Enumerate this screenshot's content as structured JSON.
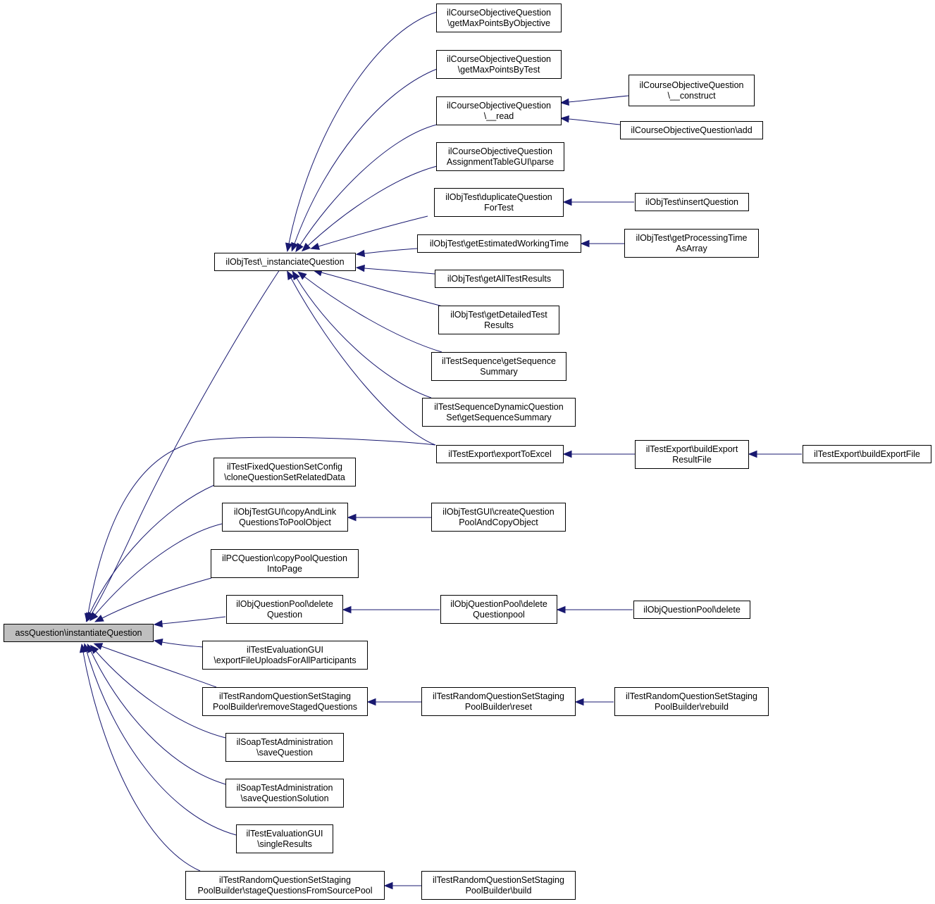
{
  "graph": {
    "root": "n0",
    "colors": {
      "edge": "#191970",
      "node_border": "#000000",
      "node_fill": "#ffffff",
      "root_fill": "#bfbfbf"
    },
    "nodes": [
      {
        "id": "n0",
        "lines": [
          "assQuestion\\instantiateQuestion"
        ]
      },
      {
        "id": "n1",
        "lines": [
          "ilObjTest\\_instanciateQuestion"
        ]
      },
      {
        "id": "n2",
        "lines": [
          "ilCourseObjectiveQuestion",
          "\\getMaxPointsByObjective"
        ]
      },
      {
        "id": "n3",
        "lines": [
          "ilCourseObjectiveQuestion",
          "\\getMaxPointsByTest"
        ]
      },
      {
        "id": "n4",
        "lines": [
          "ilCourseObjectiveQuestion",
          "\\__read"
        ]
      },
      {
        "id": "n5",
        "lines": [
          "ilCourseObjectiveQuestion",
          "\\__construct"
        ]
      },
      {
        "id": "n6",
        "lines": [
          "ilCourseObjectiveQuestion\\add"
        ]
      },
      {
        "id": "n7",
        "lines": [
          "ilCourseObjectiveQuestion",
          "AssignmentTableGUI\\parse"
        ]
      },
      {
        "id": "n8",
        "lines": [
          "ilObjTest\\duplicateQuestion",
          "ForTest"
        ]
      },
      {
        "id": "n9",
        "lines": [
          "ilObjTest\\insertQuestion"
        ]
      },
      {
        "id": "n10",
        "lines": [
          "ilObjTest\\getEstimatedWorkingTime"
        ]
      },
      {
        "id": "n11",
        "lines": [
          "ilObjTest\\getProcessingTime",
          "AsArray"
        ]
      },
      {
        "id": "n12",
        "lines": [
          "ilObjTest\\getAllTestResults"
        ]
      },
      {
        "id": "n13",
        "lines": [
          "ilObjTest\\getDetailedTest",
          "Results"
        ]
      },
      {
        "id": "n14",
        "lines": [
          "ilTestSequence\\getSequence",
          "Summary"
        ]
      },
      {
        "id": "n15",
        "lines": [
          "ilTestSequenceDynamicQuestion",
          "Set\\getSequenceSummary"
        ]
      },
      {
        "id": "n16",
        "lines": [
          "ilTestExport\\exportToExcel"
        ]
      },
      {
        "id": "n17",
        "lines": [
          "ilTestExport\\buildExport",
          "ResultFile"
        ]
      },
      {
        "id": "n18",
        "lines": [
          "ilTestExport\\buildExportFile"
        ]
      },
      {
        "id": "n19",
        "lines": [
          "ilTestFixedQuestionSetConfig",
          "\\cloneQuestionSetRelatedData"
        ]
      },
      {
        "id": "n20",
        "lines": [
          "ilObjTestGUI\\copyAndLink",
          "QuestionsToPoolObject"
        ]
      },
      {
        "id": "n21",
        "lines": [
          "ilObjTestGUI\\createQuestion",
          "PoolAndCopyObject"
        ]
      },
      {
        "id": "n22",
        "lines": [
          "ilPCQuestion\\copyPoolQuestion",
          "IntoPage"
        ]
      },
      {
        "id": "n23",
        "lines": [
          "ilObjQuestionPool\\delete",
          "Question"
        ]
      },
      {
        "id": "n24",
        "lines": [
          "ilObjQuestionPool\\delete",
          "Questionpool"
        ]
      },
      {
        "id": "n25",
        "lines": [
          "ilObjQuestionPool\\delete"
        ]
      },
      {
        "id": "n26",
        "lines": [
          "ilTestEvaluationGUI",
          "\\exportFileUploadsForAllParticipants"
        ]
      },
      {
        "id": "n27",
        "lines": [
          "ilTestRandomQuestionSetStaging",
          "PoolBuilder\\removeStagedQuestions"
        ]
      },
      {
        "id": "n28",
        "lines": [
          "ilTestRandomQuestionSetStaging",
          "PoolBuilder\\reset"
        ]
      },
      {
        "id": "n29",
        "lines": [
          "ilTestRandomQuestionSetStaging",
          "PoolBuilder\\rebuild"
        ]
      },
      {
        "id": "n30",
        "lines": [
          "ilSoapTestAdministration",
          "\\saveQuestion"
        ]
      },
      {
        "id": "n31",
        "lines": [
          "ilSoapTestAdministration",
          "\\saveQuestionSolution"
        ]
      },
      {
        "id": "n32",
        "lines": [
          "ilTestEvaluationGUI",
          "\\singleResults"
        ]
      },
      {
        "id": "n33",
        "lines": [
          "ilTestRandomQuestionSetStaging",
          "PoolBuilder\\stageQuestionsFromSourcePool"
        ]
      },
      {
        "id": "n34",
        "lines": [
          "ilTestRandomQuestionSetStaging",
          "PoolBuilder\\build"
        ]
      }
    ],
    "edges": [
      {
        "from": "n1",
        "to": "n0"
      },
      {
        "from": "n16",
        "to": "n0"
      },
      {
        "from": "n19",
        "to": "n0"
      },
      {
        "from": "n20",
        "to": "n0"
      },
      {
        "from": "n22",
        "to": "n0"
      },
      {
        "from": "n23",
        "to": "n0"
      },
      {
        "from": "n26",
        "to": "n0"
      },
      {
        "from": "n27",
        "to": "n0"
      },
      {
        "from": "n30",
        "to": "n0"
      },
      {
        "from": "n31",
        "to": "n0"
      },
      {
        "from": "n32",
        "to": "n0"
      },
      {
        "from": "n33",
        "to": "n0"
      },
      {
        "from": "n2",
        "to": "n1"
      },
      {
        "from": "n3",
        "to": "n1"
      },
      {
        "from": "n4",
        "to": "n1"
      },
      {
        "from": "n7",
        "to": "n1"
      },
      {
        "from": "n8",
        "to": "n1"
      },
      {
        "from": "n10",
        "to": "n1"
      },
      {
        "from": "n12",
        "to": "n1"
      },
      {
        "from": "n13",
        "to": "n1"
      },
      {
        "from": "n14",
        "to": "n1"
      },
      {
        "from": "n15",
        "to": "n1"
      },
      {
        "from": "n16",
        "to": "n1"
      },
      {
        "from": "n5",
        "to": "n4"
      },
      {
        "from": "n6",
        "to": "n4"
      },
      {
        "from": "n9",
        "to": "n8"
      },
      {
        "from": "n11",
        "to": "n10"
      },
      {
        "from": "n17",
        "to": "n16"
      },
      {
        "from": "n18",
        "to": "n17"
      },
      {
        "from": "n21",
        "to": "n20"
      },
      {
        "from": "n24",
        "to": "n23"
      },
      {
        "from": "n25",
        "to": "n24"
      },
      {
        "from": "n28",
        "to": "n27"
      },
      {
        "from": "n29",
        "to": "n28"
      },
      {
        "from": "n34",
        "to": "n33"
      }
    ]
  }
}
